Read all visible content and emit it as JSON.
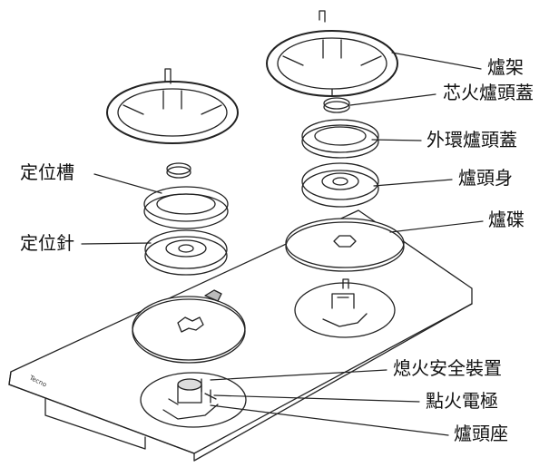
{
  "diagram": {
    "labels": {
      "grate": "爐架",
      "inner_cap": "芯火爐頭蓋",
      "outer_cap": "外環爐頭蓋",
      "burner_body": "爐頭身",
      "burner_tray": "爐碟",
      "positioning_groove": "定位槽",
      "positioning_pin": "定位針",
      "flame_safety": "熄火安全裝置",
      "ignition_electrode": "點火電極",
      "burner_base": "爐頭座"
    },
    "brand_mark": "Tecno",
    "colors": {
      "line": "#222222",
      "fill": "#ffffff",
      "shade": "#d9d9d9"
    }
  }
}
